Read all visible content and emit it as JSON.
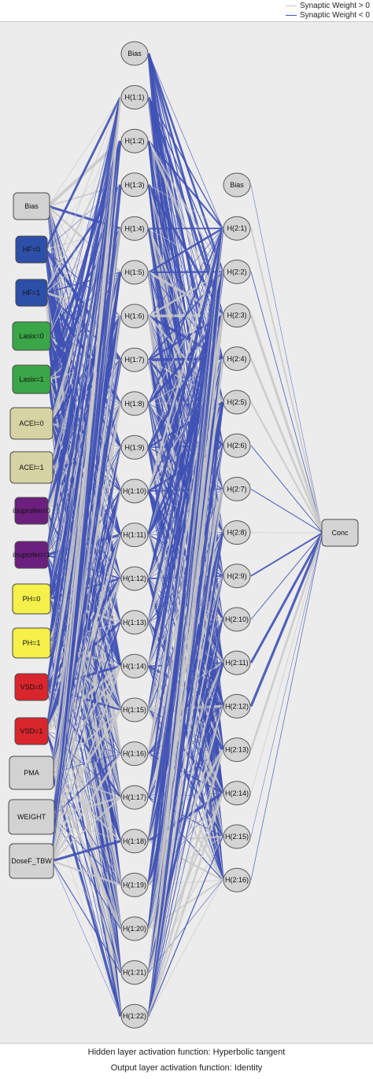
{
  "legend": {
    "positive_label": "Synaptic Weight > 0",
    "negative_label": "Synaptic Weight < 0",
    "positive_color": "#c8c8c8",
    "negative_color": "#3f51b5"
  },
  "network": {
    "input_layer": [
      {
        "label": "Bias",
        "color": "#d2d2d2"
      },
      {
        "label": "HF=0",
        "color": "#2c4fa8"
      },
      {
        "label": "HF=1",
        "color": "#2c4fa8"
      },
      {
        "label": "Lasix=0",
        "color": "#3aa647"
      },
      {
        "label": "Lasix=1",
        "color": "#3aa647"
      },
      {
        "label": "ACEI=0",
        "color": "#d6d3a4"
      },
      {
        "label": "ACEI=1",
        "color": "#d6d3a4"
      },
      {
        "label": "ibuprofen=0",
        "color": "#6b1f7e"
      },
      {
        "label": "ibuprofen=1",
        "color": "#6b1f7e"
      },
      {
        "label": "PH=0",
        "color": "#f5f04a"
      },
      {
        "label": "PH=1",
        "color": "#f5f04a"
      },
      {
        "label": "VSD=0",
        "color": "#d9262c"
      },
      {
        "label": "VSD=1",
        "color": "#d9262c"
      },
      {
        "label": "PMA",
        "color": "#d2d2d2"
      },
      {
        "label": "WEIGHT",
        "color": "#d2d2d2"
      },
      {
        "label": "DoseF_TBW",
        "color": "#d2d2d2"
      }
    ],
    "hidden_layer_1": [
      "Bias",
      "H(1:1)",
      "H(1:2)",
      "H(1:3)",
      "H(1:4)",
      "H(1:5)",
      "H(1:6)",
      "H(1:7)",
      "H(1:8)",
      "H(1:9)",
      "H(1:10)",
      "H(1:11)",
      "H(1:12)",
      "H(1:13)",
      "H(1:14)",
      "H(1:15)",
      "H(1:16)",
      "H(1:17)",
      "H(1:18)",
      "H(1:19)",
      "H(1:20)",
      "H(1:21)",
      "H(1:22)"
    ],
    "hidden_layer_2": [
      "Bias",
      "H(2:1)",
      "H(2:2)",
      "H(2:3)",
      "H(2:4)",
      "H(2:5)",
      "H(2:6)",
      "H(2:7)",
      "H(2:8)",
      "H(2:9)",
      "H(2:10)",
      "H(2:11)",
      "H(2:12)",
      "H(2:13)",
      "H(2:14)",
      "H(2:15)",
      "H(2:16)"
    ],
    "output_layer": [
      "Conc"
    ]
  },
  "footer": {
    "hidden_activation": "Hidden layer activation function: Hyperbolic tangent",
    "output_activation": "Output layer activation function: Identity"
  }
}
